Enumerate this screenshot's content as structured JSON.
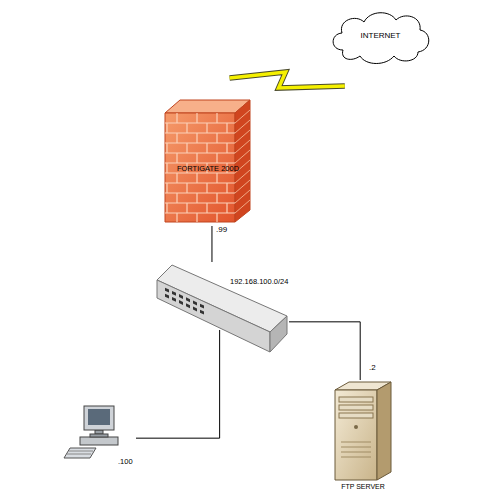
{
  "diagram": {
    "nodes": [
      {
        "text": [
          "INTERNET"
        ]
      },
      {
        "text": [
          "FORTIGATE 200D"
        ]
      },
      {
        "text": [
          "192.168.100.0/24"
        ]
      },
      {
        "text": [
          ".100"
        ]
      },
      {
        "text": [
          "FTP SERVER"
        ]
      }
    ],
    "edges": [
      {
        "from": 1,
        "to": 0,
        "arrow": "none"
      },
      {
        "from": 1,
        "to": 2,
        "label": ".99",
        "arrow": "none"
      },
      {
        "from": 2,
        "to": 3,
        "arrow": "none"
      },
      {
        "from": 2,
        "to": 4,
        "label": ".2",
        "arrow": "none"
      }
    ]
  }
}
